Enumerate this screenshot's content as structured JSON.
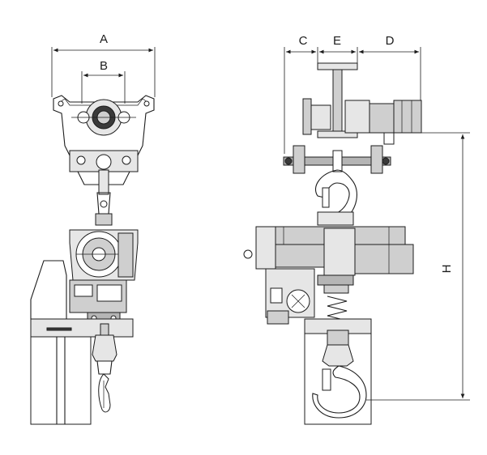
{
  "dimensions": {
    "A": "A",
    "B": "B",
    "C": "C",
    "D": "D",
    "E": "E",
    "H": "H"
  },
  "colors": {
    "line": "#1c1c1c",
    "fill_light": "#e6e6e6",
    "fill_mid": "#cfcfcf",
    "fill_dark": "#3a3a3a"
  }
}
